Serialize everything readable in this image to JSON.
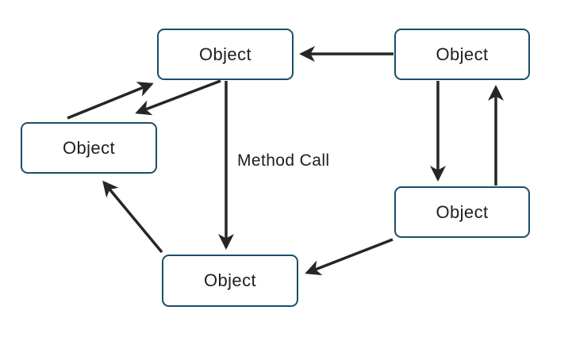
{
  "diagram": {
    "type": "object-communication-diagram",
    "nodes": [
      {
        "id": "object-top",
        "label": "Object"
      },
      {
        "id": "object-top-right",
        "label": "Object"
      },
      {
        "id": "object-left",
        "label": "Object"
      },
      {
        "id": "object-right",
        "label": "Object"
      },
      {
        "id": "object-bottom",
        "label": "Object"
      }
    ],
    "edges": [
      {
        "from": "object-top-right",
        "to": "object-top",
        "label": ""
      },
      {
        "from": "object-top",
        "to": "object-bottom",
        "label": "Method Call"
      },
      {
        "from": "object-top-right",
        "to": "object-right",
        "label": ""
      },
      {
        "from": "object-right",
        "to": "object-top-right",
        "label": ""
      },
      {
        "from": "object-right",
        "to": "object-bottom",
        "label": ""
      },
      {
        "from": "object-bottom",
        "to": "object-left",
        "label": ""
      },
      {
        "from": "object-left",
        "to": "object-top",
        "label": ""
      },
      {
        "from": "object-top",
        "to": "object-left",
        "label": ""
      }
    ],
    "edge_label": "Method Call",
    "colors": {
      "node_border": "#1b4e6b",
      "node_fill": "#ffffff",
      "arrow": "#262626",
      "text": "#1e1e1e",
      "background": "#ffffff"
    }
  }
}
